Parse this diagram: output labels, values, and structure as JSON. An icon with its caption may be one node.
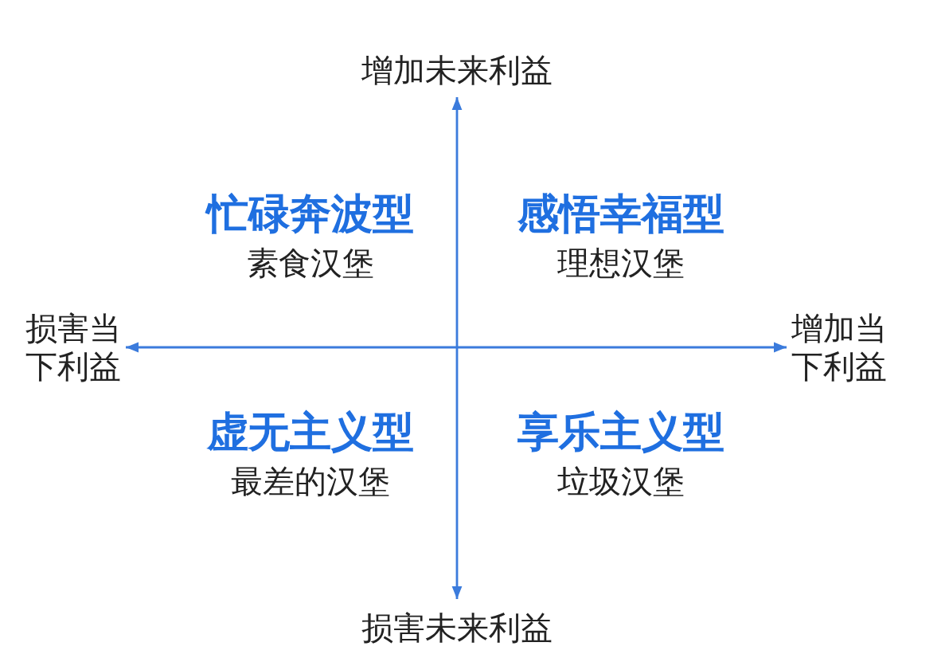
{
  "diagram": {
    "labels": [
      "增加未来利益",
      "忙碌奔波型",
      "感悟幸福型",
      "素食汉堡",
      "理想汉堡",
      "损害当下利益",
      "增加当下利益",
      "虚无主义型",
      "享乐主义型",
      "最差的汉堡",
      "垃圾汉堡",
      "损害未来利益"
    ]
  }
}
